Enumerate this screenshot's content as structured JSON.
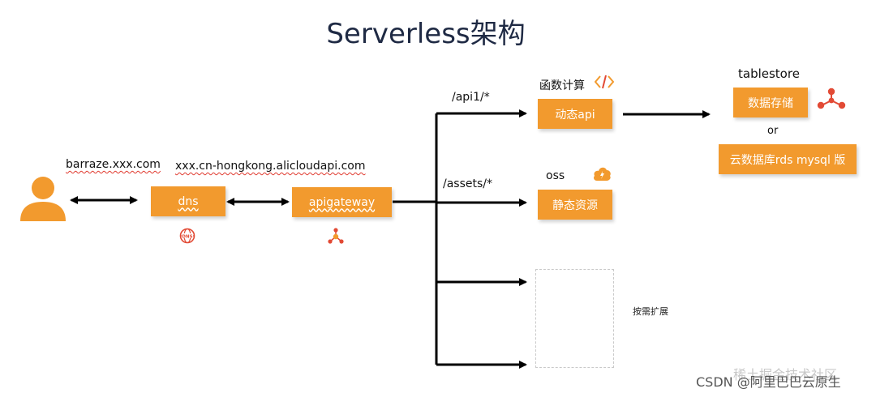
{
  "title": "Serverless架构",
  "labels": {
    "user_domain": "barraze.xxx.com",
    "gateway_domain": "xxx.cn-hongkong.alicloudapi.com",
    "route_api": "/api1/*",
    "route_assets": "/assets/*",
    "fc_label": "函数计算",
    "oss_label": "oss",
    "tablestore_label": "tablestore",
    "or_label": "or",
    "expand_label": "按需扩展"
  },
  "boxes": {
    "dns": "dns",
    "apigateway": "apigateway",
    "dynamic_api": "动态api",
    "static_resources": "静态资源",
    "data_storage": "数据存储",
    "cloud_db": "云数据库rds mysql 版"
  },
  "icons": {
    "user": "user-icon",
    "dns": "dns-globe-icon",
    "gateway": "gateway-hub-icon",
    "function_compute": "function-compute-icon",
    "oss": "oss-cloud-icon",
    "tablestore": "tablestore-share-icon"
  },
  "colors": {
    "accent": "#f29a2e",
    "title": "#1f2a44",
    "icon_red": "#e24a35"
  },
  "watermark": {
    "main": "CSDN @阿里巴巴云原生",
    "ghost": "稀土掘金技术社区"
  }
}
